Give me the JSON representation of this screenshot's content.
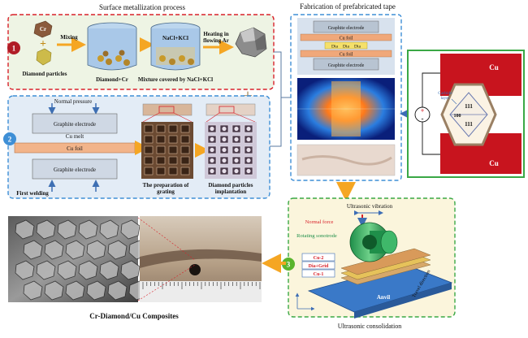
{
  "panels": {
    "surface": {
      "title": "Surface metallization process",
      "step": "1",
      "cr": "Cr",
      "plus": "+",
      "mixing": "Mixing",
      "diamond_particles": "Diamond particles",
      "diamond_cr": "Diamond+Cr",
      "nacl_kcl": "NaCl+KCl",
      "mixture": "Mixture covered by NaCl+KCl",
      "heating_1": "Heating in",
      "heating_2": "flowing Ar"
    },
    "welding": {
      "step": "2",
      "normal_pressure": "Normal pressure",
      "graphite_top": "Graphite electrode",
      "cu_melt": "Cu melt",
      "cu_foil": "Cu foil",
      "graphite_bottom": "Graphite electrode",
      "first_welding": "First welding",
      "grating_1": "The preparation of",
      "grating_2": "grating",
      "implant_1": "Diamond particles",
      "implant_2": "implantation"
    },
    "tape": {
      "title": "Fabrication of prefabricated tape",
      "graphite_top": "Graphite electrode",
      "cu_foil_top": "Cu foil",
      "dia": "Dia",
      "cu_foil_bottom": "Cu foil",
      "graphite_bottom": "Graphite electrode"
    },
    "crystal": {
      "cu_top": "Cu",
      "cu_bottom": "Cu",
      "carbide_1": "Carbide",
      "carbide_2": "layer",
      "f111_top": "111",
      "f100": "100",
      "f111_bottom": "111",
      "plus": "+",
      "minus": "-"
    },
    "ultrasonic": {
      "step": "3",
      "vibration": "Ultrasonic vibration",
      "normal_force": "Normal force",
      "sonotrode": "Rotating sonotrode",
      "layer_cu2": "Cu-2",
      "layer_dia": "Dia+Grid",
      "layer_cu1": "Cu-1",
      "anvil": "Anvil",
      "direction": "Travel direction",
      "caption": "Ultrasonic consolidation"
    },
    "result": {
      "caption": "Cr-Diamond/Cu Composites"
    }
  },
  "colors": {
    "red_dash": "#d8212a",
    "blue_dash": "#3e8fd6",
    "green_frame": "#3aa845",
    "orange_arrow": "#f5a623",
    "cu_red": "#c8141e",
    "panel1_bg": "#eef4e4",
    "panel2_bg": "#e3ecf6",
    "panel3_bg": "#fbf5dc"
  }
}
